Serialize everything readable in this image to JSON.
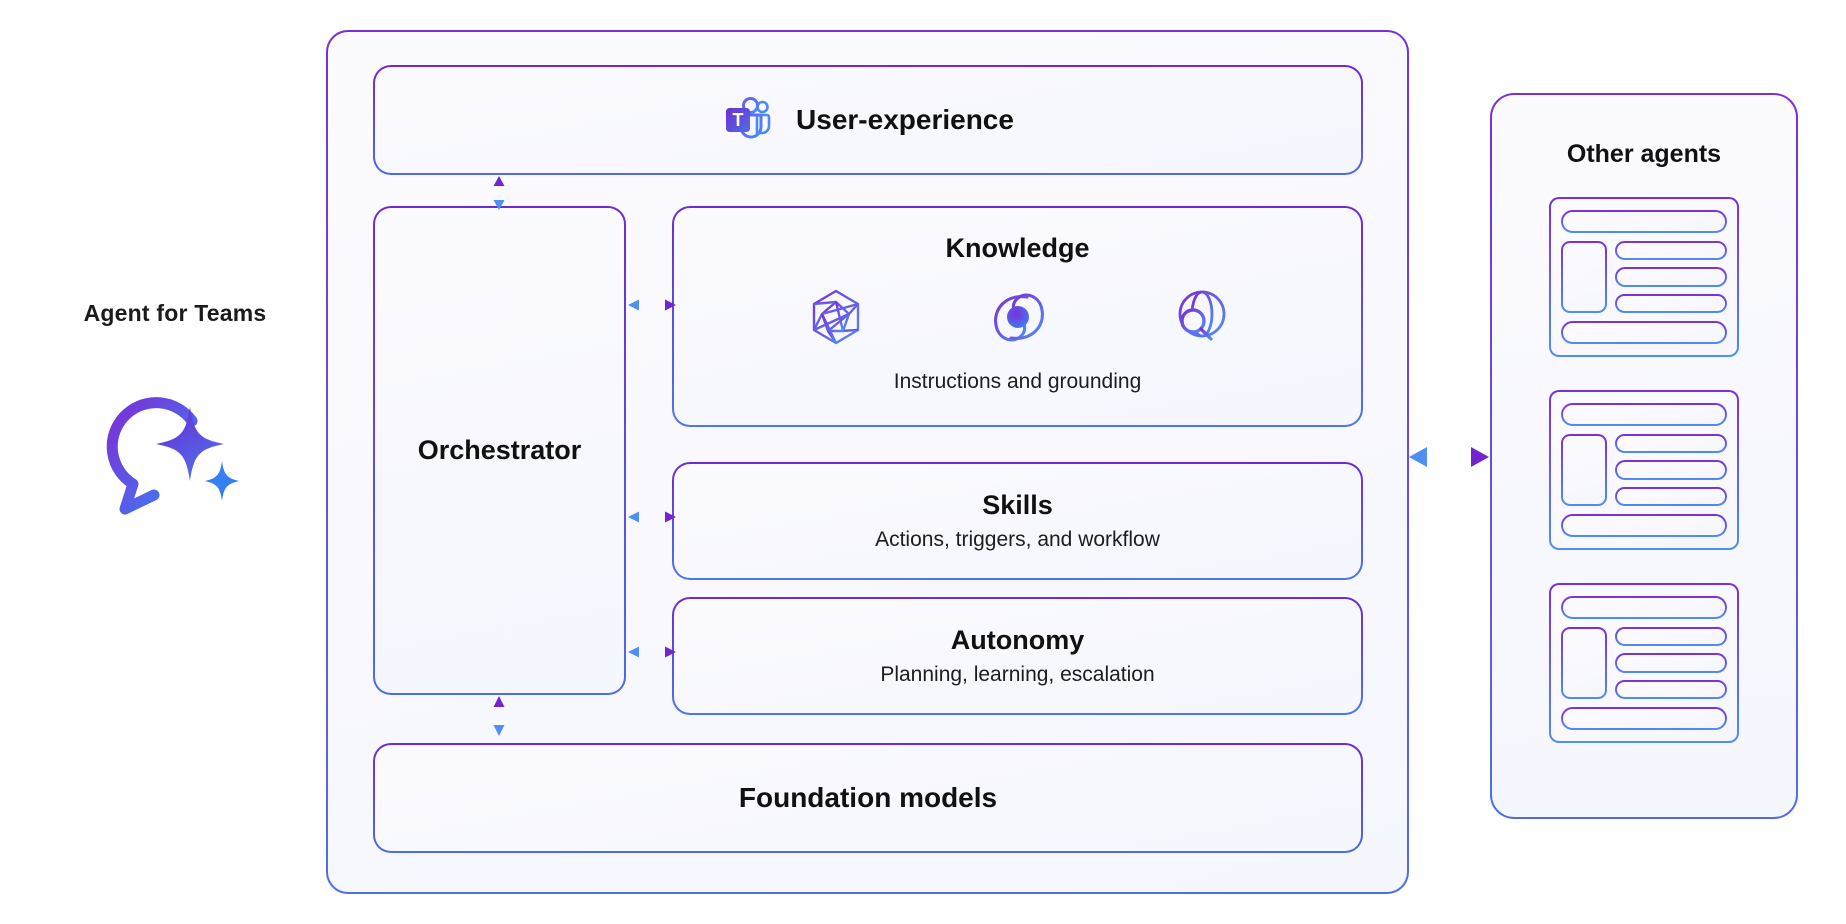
{
  "brand": {
    "title": "Agent for Teams",
    "logo_icon": "copilot-sparkle-chat-icon"
  },
  "main_panel": {
    "user_experience": {
      "label": "User-experience",
      "icon": "microsoft-teams-icon"
    },
    "orchestrator": {
      "label": "Orchestrator"
    },
    "knowledge": {
      "title": "Knowledge",
      "subtitle": "Instructions and grounding",
      "icons": [
        "knowledge-graph-polyhedron-icon",
        "semantic-index-swirl-icon",
        "web-search-globe-icon"
      ]
    },
    "skills": {
      "title": "Skills",
      "subtitle": "Actions, triggers, and workflow"
    },
    "autonomy": {
      "title": "Autonomy",
      "subtitle": "Planning, learning, escalation"
    },
    "foundation": {
      "label": "Foundation models"
    }
  },
  "other_agents": {
    "title": "Other agents",
    "cards": [
      {
        "name": "agent-card-1"
      },
      {
        "name": "agent-card-2"
      },
      {
        "name": "agent-card-3"
      }
    ]
  },
  "connectors": [
    {
      "name": "ux-to-orchestrator",
      "style": "solid",
      "direction": "bidirectional",
      "orientation": "vertical"
    },
    {
      "name": "orchestrator-to-knowledge",
      "style": "solid",
      "direction": "bidirectional",
      "orientation": "horizontal"
    },
    {
      "name": "orchestrator-to-skills",
      "style": "solid",
      "direction": "bidirectional",
      "orientation": "horizontal"
    },
    {
      "name": "orchestrator-to-autonomy",
      "style": "solid",
      "direction": "bidirectional",
      "orientation": "horizontal"
    },
    {
      "name": "orchestrator-to-foundation",
      "style": "solid",
      "direction": "bidirectional",
      "orientation": "vertical"
    },
    {
      "name": "panel-to-other-agents",
      "style": "dashed",
      "direction": "bidirectional",
      "orientation": "horizontal"
    }
  ],
  "colors": {
    "gradient_start": "#7B2FD6",
    "gradient_end": "#4F6EE6",
    "accent_purple": "#7326CF",
    "accent_blue": "#4F8FF0",
    "card_fill": "#F8F8FE",
    "page_background": "#FFFFFF",
    "text": "#111111"
  }
}
